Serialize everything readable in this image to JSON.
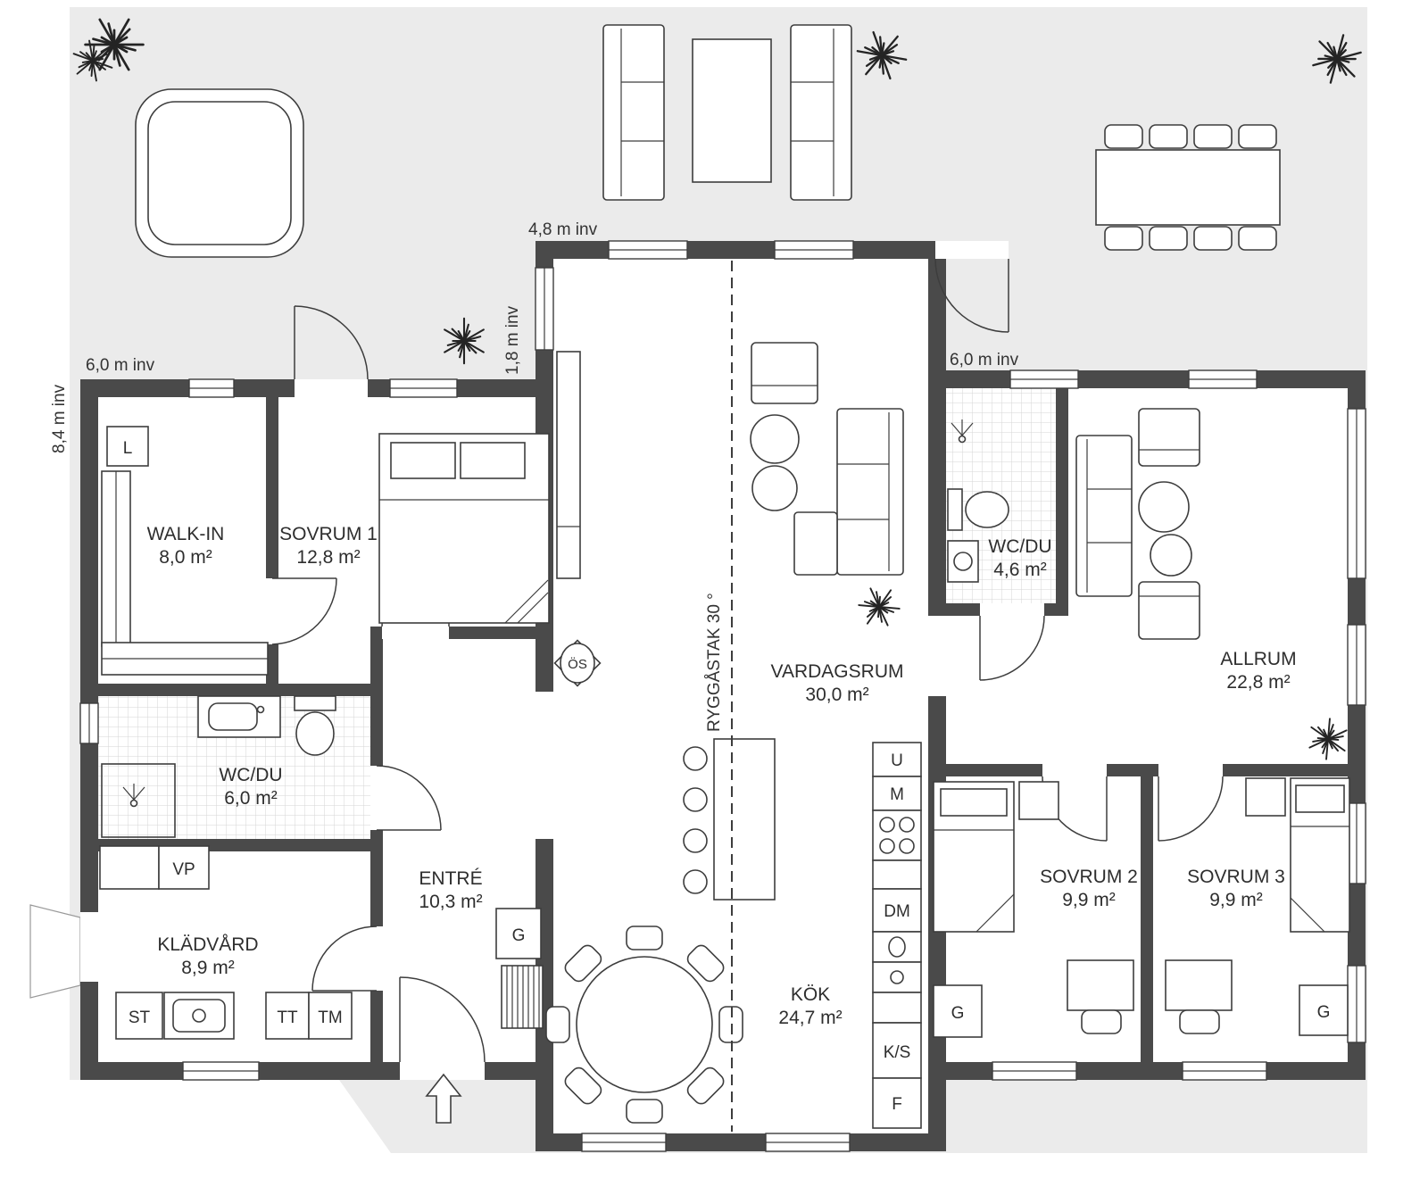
{
  "plan": {
    "dims": {
      "top": "4,8 m inv",
      "left_wing": "6,0 m inv",
      "left_side": "8,4 m inv",
      "center_side": "1,8 m inv",
      "right_wing": "6,0 m inv"
    },
    "ridge": "RYGGÅSTAK 30 °",
    "rooms": [
      {
        "name": "WALK-IN",
        "area": "8,0 m²"
      },
      {
        "name": "SOVRUM 1",
        "area": "12,8 m²"
      },
      {
        "name": "WC/DU",
        "area": "6,0 m²"
      },
      {
        "name": "KLÄDVÅRD",
        "area": "8,9 m²"
      },
      {
        "name": "ENTRÉ",
        "area": "10,3 m²"
      },
      {
        "name": "VARDAGSRUM",
        "area": "30,0 m²"
      },
      {
        "name": "KÖK",
        "area": "24,7 m²"
      },
      {
        "name": "WC/DU",
        "area": "4,6 m²"
      },
      {
        "name": "ALLRUM",
        "area": "22,8 m²"
      },
      {
        "name": "SOVRUM 2",
        "area": "9,9 m²"
      },
      {
        "name": "SOVRUM 3",
        "area": "9,9 m²"
      }
    ],
    "fixtures": {
      "l": "L",
      "vp": "VP",
      "st": "ST",
      "tt": "TT",
      "tm": "TM",
      "g": "G",
      "os": "ÖS",
      "u": "U",
      "m": "M",
      "dm": "DM",
      "ks": "K/S",
      "f": "F"
    },
    "colors": {
      "site": "#ebebeb",
      "wall": "#4a4a4a",
      "line": "#3d3d3d",
      "paper": "#ffffff"
    }
  }
}
